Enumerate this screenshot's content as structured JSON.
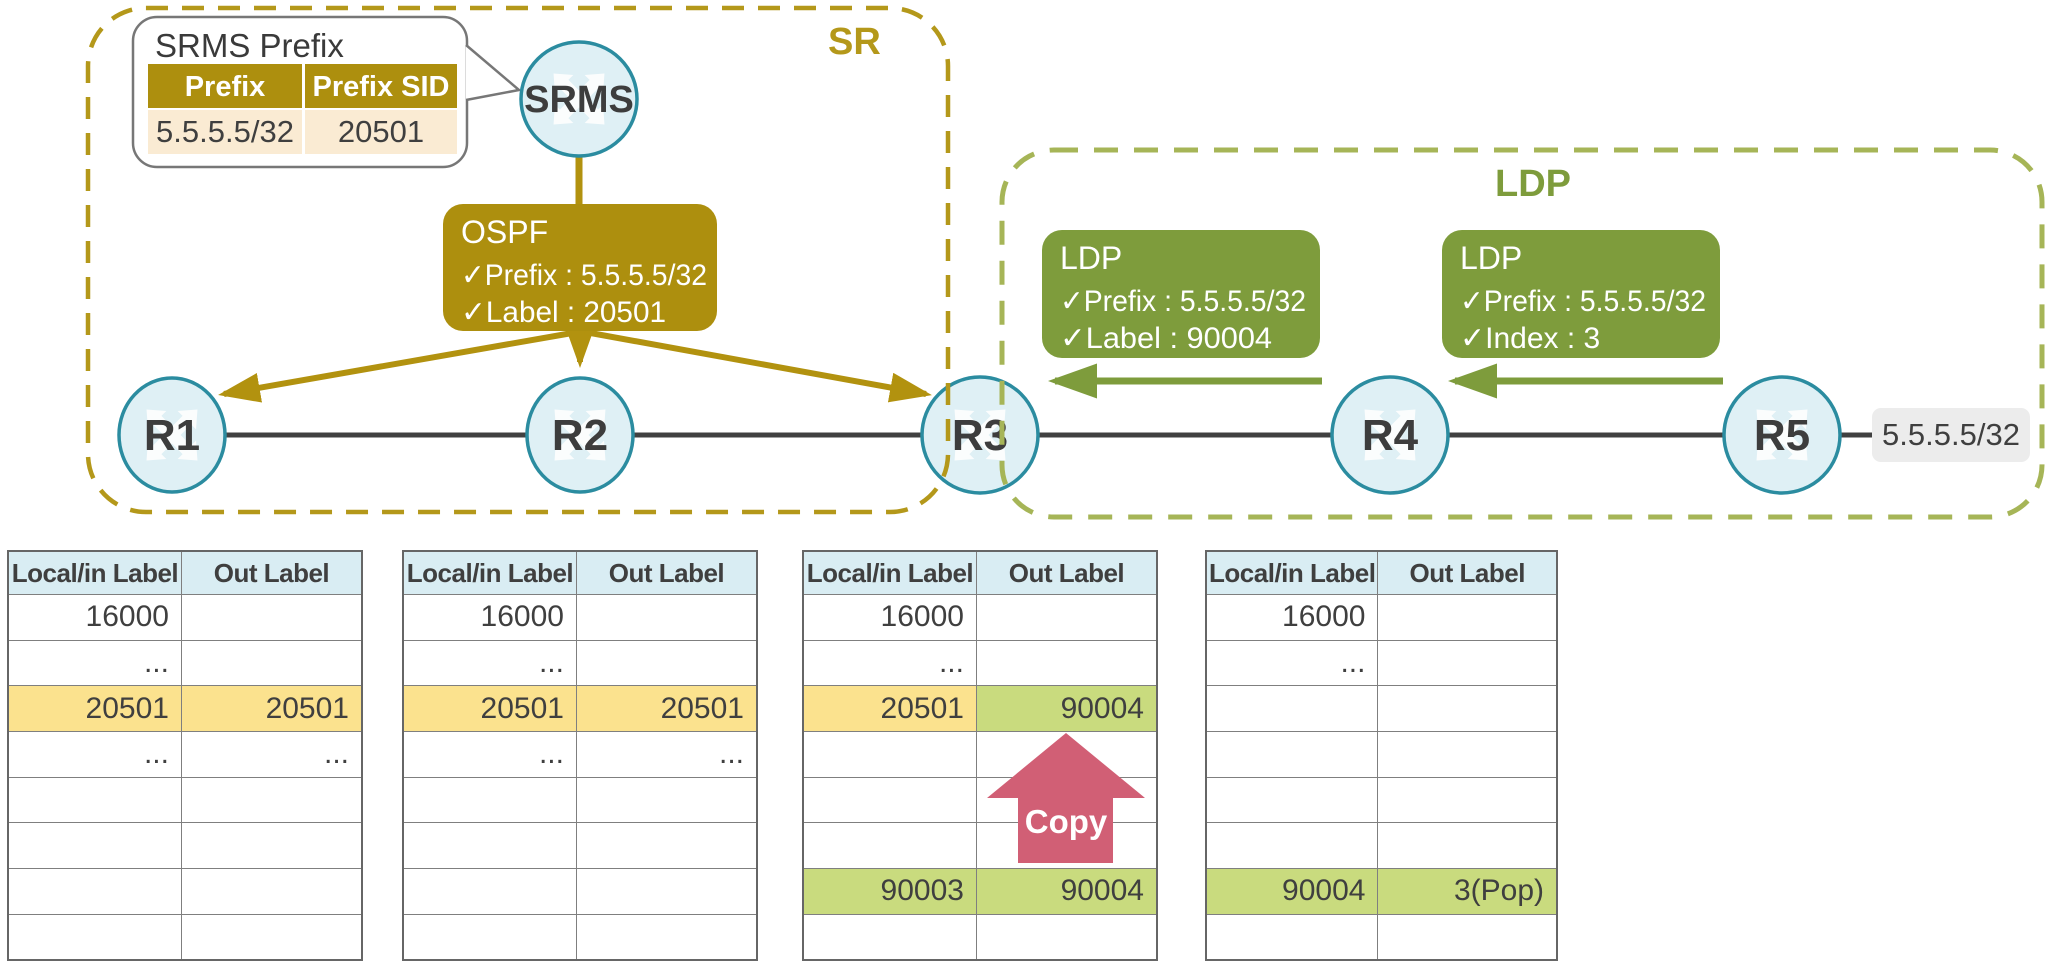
{
  "colors": {
    "gold": "#ad8f0e",
    "gold_dashed_border": "#b4981a",
    "olive_green": "#7e9c3c",
    "olive_dashed_border": "#a6b557",
    "router_fill": "#dff0f5",
    "router_stroke": "#2b8ca0",
    "link_line": "#404040",
    "table_header_blue": "#d9edf3",
    "yellow_highlight": "#fbe28e",
    "green_highlight": "#c9db7e",
    "cream_row": "#faebd3",
    "copy_arrow_rose": "#d15f75",
    "badge_gray": "#ececec"
  },
  "sr_region": {
    "label": "SR"
  },
  "ldp_region": {
    "label": "LDP"
  },
  "callout": {
    "title": "SRMS Prefix",
    "headers": [
      "Prefix",
      "Prefix SID"
    ],
    "row": [
      "5.5.5.5/32",
      "20501"
    ]
  },
  "nodes": {
    "srms": "SRMS",
    "r1": "R1",
    "r2": "R2",
    "r3": "R3",
    "r4": "R4",
    "r5": "R5"
  },
  "destination": "5.5.5.5/32",
  "ospf_box": {
    "title": "OSPF",
    "line1": "✓Prefix : 5.5.5.5/32",
    "line2": "✓Label  : 20501"
  },
  "ldp_box_1": {
    "title": "LDP",
    "line1": "✓Prefix : 5.5.5.5/32",
    "line2": "✓Label  : 90004"
  },
  "ldp_box_2": {
    "title": "LDP",
    "line1": "✓Prefix : 5.5.5.5/32",
    "line2": "✓Index : 3"
  },
  "copy_arrow": {
    "label": "Copy"
  },
  "tables": {
    "headers": [
      "Local/in Label",
      "Out Label"
    ],
    "r1": {
      "rows": [
        [
          "16000",
          ""
        ],
        [
          "...",
          ""
        ],
        [
          "20501",
          "20501"
        ],
        [
          "...",
          "..."
        ],
        [
          "",
          ""
        ],
        [
          "",
          ""
        ],
        [
          "",
          ""
        ],
        [
          "",
          ""
        ]
      ],
      "highlights": {
        "2": [
          "yellow",
          "yellow"
        ]
      }
    },
    "r2": {
      "rows": [
        [
          "16000",
          ""
        ],
        [
          "...",
          ""
        ],
        [
          "20501",
          "20501"
        ],
        [
          "...",
          "..."
        ],
        [
          "",
          ""
        ],
        [
          "",
          ""
        ],
        [
          "",
          ""
        ],
        [
          "",
          ""
        ]
      ],
      "highlights": {
        "2": [
          "yellow",
          "yellow"
        ]
      }
    },
    "r3": {
      "rows": [
        [
          "16000",
          ""
        ],
        [
          "...",
          ""
        ],
        [
          "20501",
          "90004"
        ],
        [
          "",
          ""
        ],
        [
          "",
          ""
        ],
        [
          "",
          ""
        ],
        [
          "90003",
          "90004"
        ],
        [
          "",
          ""
        ]
      ],
      "highlights": {
        "2": [
          "yellow",
          "green"
        ],
        "6": [
          "green",
          "green"
        ]
      }
    },
    "r4": {
      "rows": [
        [
          "16000",
          ""
        ],
        [
          "...",
          ""
        ],
        [
          "",
          ""
        ],
        [
          "",
          ""
        ],
        [
          "",
          ""
        ],
        [
          "",
          ""
        ],
        [
          "90004",
          "3(Pop)"
        ],
        [
          "",
          ""
        ]
      ],
      "highlights": {
        "6": [
          "green",
          "green"
        ]
      }
    }
  }
}
